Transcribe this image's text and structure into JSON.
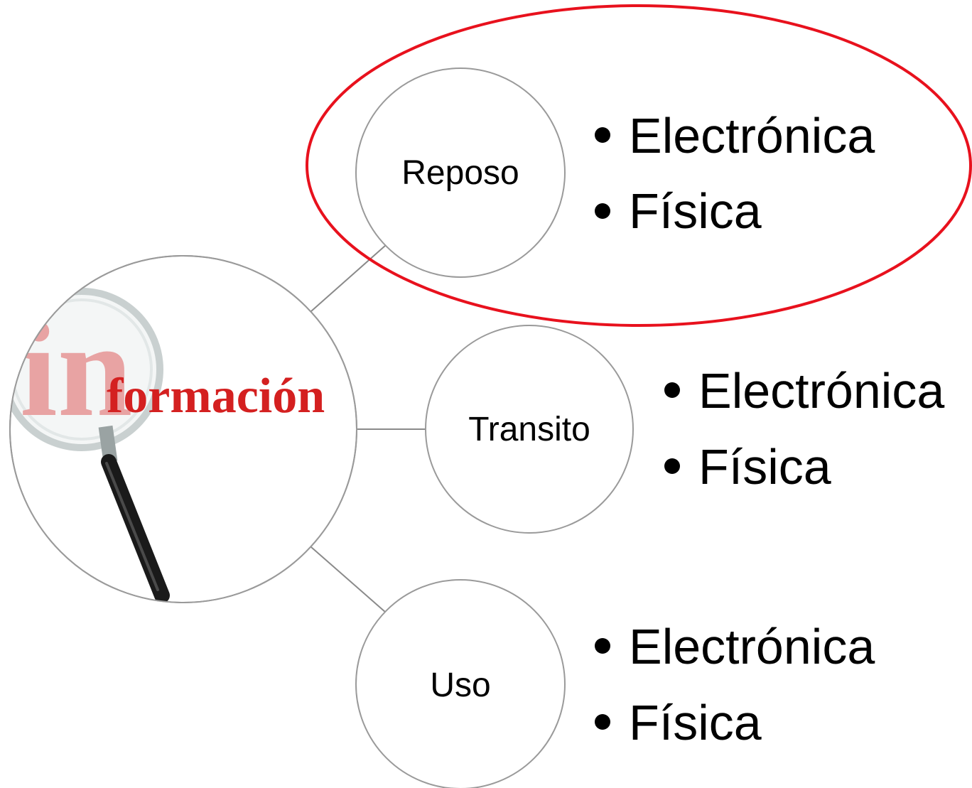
{
  "diagram": {
    "center": {
      "logo_prefix": "in",
      "logo_word": "formación"
    },
    "branches": [
      {
        "label": "Reposo",
        "items": [
          "Electrónica",
          "Física"
        ],
        "highlighted": true
      },
      {
        "label": "Transito",
        "items": [
          "Electrónica",
          "Física"
        ],
        "highlighted": false
      },
      {
        "label": "Uso",
        "items": [
          "Electrónica",
          "Física"
        ],
        "highlighted": false
      }
    ],
    "colors": {
      "circle_stroke": "#9a9a9a",
      "connector": "#8a8a8a",
      "highlight": "#e8111d",
      "logo_red": "#d42020",
      "logo_pink": "#e8a3a3"
    }
  }
}
